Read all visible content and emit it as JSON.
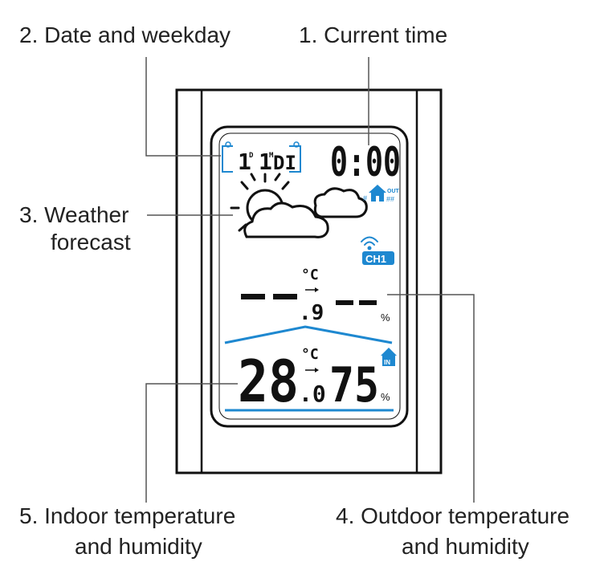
{
  "labels": {
    "date_weekday": "2. Date and weekday",
    "current_time": "1. Current time",
    "weather_line1": "3. Weather",
    "weather_line2": "forecast",
    "indoor_line1": "5. Indoor temperature",
    "indoor_line2": "and humidity",
    "outdoor_line1": "4. Outdoor temperature",
    "outdoor_line2": "and humidity"
  },
  "display": {
    "date_day": "1",
    "date_day_sup": "D",
    "date_month": "1",
    "date_month_sup": "M",
    "weekday": "DI",
    "time": "0:00",
    "out_badge": "OUT",
    "channel": "CH1",
    "outdoor": {
      "temp": "- -",
      "temp_decimal": ".9",
      "temp_unit": "°C",
      "humidity": "- -",
      "humidity_unit": "%"
    },
    "in_badge": "IN",
    "indoor": {
      "temp": "28",
      "temp_decimal": ".0",
      "temp_unit": "°C",
      "humidity": "75",
      "humidity_unit": "%"
    }
  },
  "colors": {
    "accent": "#1e88d0",
    "device_frame": "#111111",
    "text": "#222222"
  },
  "icons": [
    "sun-cloud-icon",
    "cloud-icon",
    "house-out-icon",
    "signal-icon",
    "house-in-icon",
    "trend-arrow-icon"
  ]
}
